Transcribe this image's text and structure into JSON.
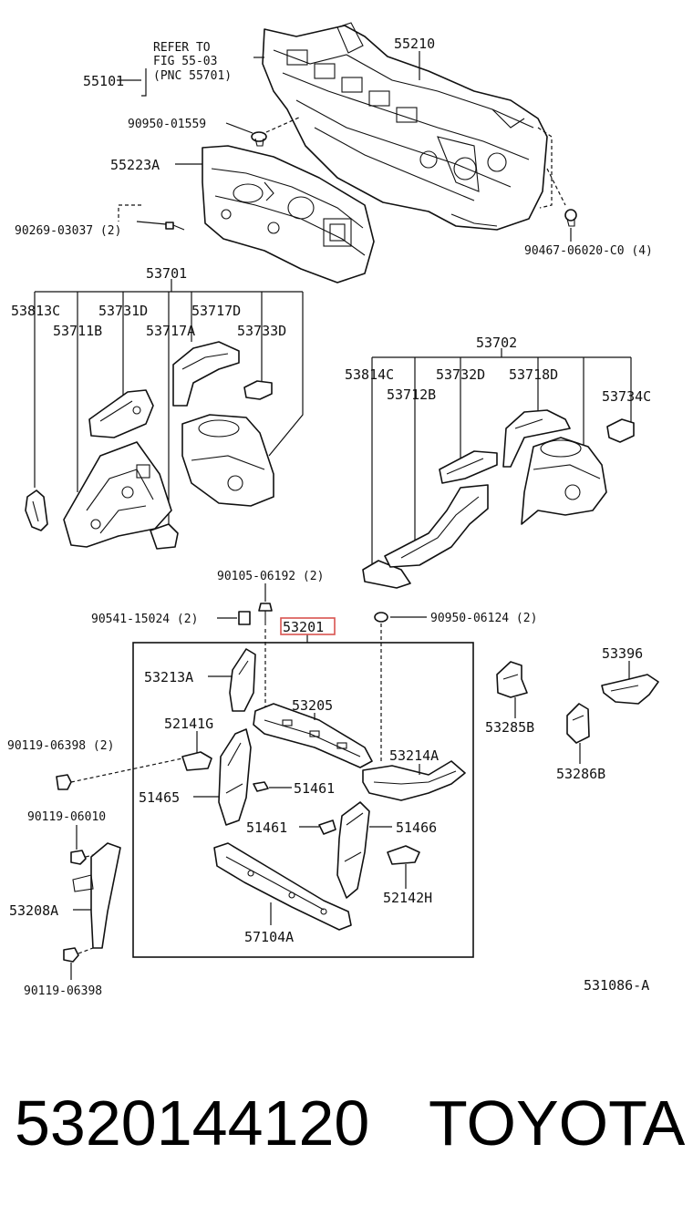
{
  "labels": {
    "refer_line1": "REFER TO",
    "refer_line2": "FIG 55-03",
    "refer_line3": "(PNC 55701)",
    "p55101": "55101",
    "p55210": "55210",
    "p90950_01559": "90950-01559",
    "p55223A": "55223A",
    "p90269_03037": "90269-03037 (2)",
    "p90467_06020": "90467-06020-C0 (4)",
    "p53701": "53701",
    "p53813C": "53813C",
    "p53731D": "53731D",
    "p53717D": "53717D",
    "p53711B": "53711B",
    "p53717A": "53717A",
    "p53733D": "53733D",
    "p53702": "53702",
    "p53814C": "53814C",
    "p53732D": "53732D",
    "p53718D": "53718D",
    "p53712B": "53712B",
    "p53734C": "53734C",
    "p90105_06192": "90105-06192 (2)",
    "p90541_15024": "90541-15024 (2)",
    "p53201": "53201",
    "p90950_06124": "90950-06124 (2)",
    "p53213A": "53213A",
    "p53205": "53205",
    "p52141G": "52141G",
    "p53214A": "53214A",
    "p90119_06398_2": "90119-06398 (2)",
    "p51465": "51465",
    "p51461a": "51461",
    "p51461b": "51461",
    "p51466": "51466",
    "p90119_06010": "90119-06010",
    "p52142H": "52142H",
    "p53208A": "53208A",
    "p57104A": "57104A",
    "p90119_06398": "90119-06398",
    "p53396": "53396",
    "p53285B": "53285B",
    "p53286B": "53286B",
    "figure_code": "531086-A"
  },
  "footer": {
    "part_number": "5320144120",
    "brand": "TOYOTA"
  },
  "highlight_color": "#d9534f"
}
